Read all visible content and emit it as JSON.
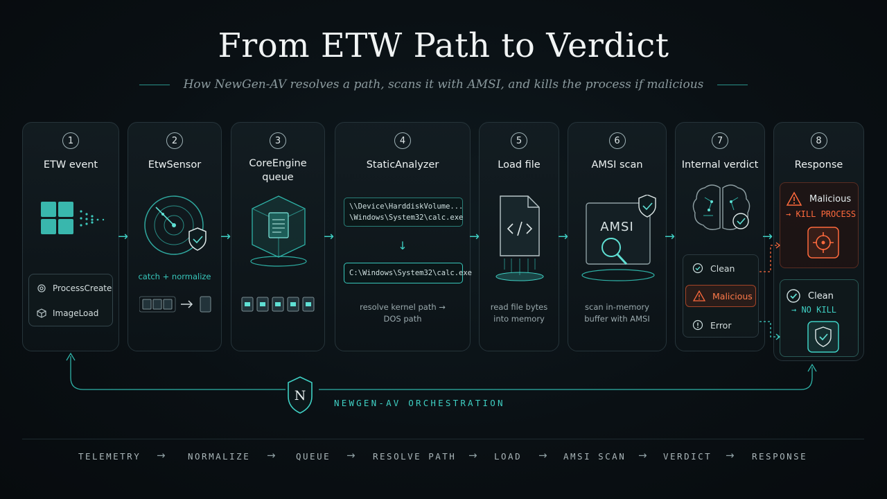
{
  "title": "From ETW Path to Verdict",
  "subtitle": "How NewGen-AV resolves a path, scans it with AMSI, and kills the process if malicious",
  "steps": [
    {
      "num": "1",
      "title": "ETW event",
      "items": [
        "ProcessCreate",
        "ImageLoad"
      ],
      "icon": "windows-logo-icon"
    },
    {
      "num": "2",
      "title": "EtwSensor",
      "caption": "catch + normalize",
      "icon": "radar-icon"
    },
    {
      "num": "3",
      "title": "CoreEngine",
      "title2": "queue",
      "icon": "document-cube-icon"
    },
    {
      "num": "4",
      "title": "StaticAnalyzer",
      "path_in_1": "\\\\Device\\HarddiskVolume...",
      "path_in_2": "\\Windows\\System32\\calc.exe",
      "path_out": "C:\\Windows\\System32\\calc.exe",
      "caption1": "resolve kernel path →",
      "caption2": "DOS path"
    },
    {
      "num": "5",
      "title": "Load file",
      "caption1": "read file bytes",
      "caption2": "into memory",
      "icon": "code-file-icon"
    },
    {
      "num": "6",
      "title": "AMSI scan",
      "badge": "AMSI",
      "caption1": "scan in-memory",
      "caption2": "buffer with AMSI",
      "icon": "magnifier-icon"
    },
    {
      "num": "7",
      "title": "Internal verdict",
      "verdicts": [
        "Clean",
        "Malicious",
        "Error"
      ],
      "icon": "brain-icon"
    },
    {
      "num": "8",
      "title": "Response",
      "malicious_label": "Malicious",
      "malicious_action": "→ KILL PROCESS",
      "clean_label": "Clean",
      "clean_action": "→ NO KILL"
    }
  ],
  "orchestration": {
    "logo_letter": "N",
    "label": "NEWGEN-AV ORCHESTRATION"
  },
  "pipeline": [
    "TELEMETRY",
    "NORMALIZE",
    "QUEUE",
    "RESOLVE PATH",
    "LOAD",
    "AMSI SCAN",
    "VERDICT",
    "RESPONSE"
  ],
  "arrow_glyph": "→",
  "down_arrow_glyph": "↓",
  "colors": {
    "accent": "#3fd0c4",
    "danger": "#ff6a3d",
    "card_border": "#26343a"
  }
}
